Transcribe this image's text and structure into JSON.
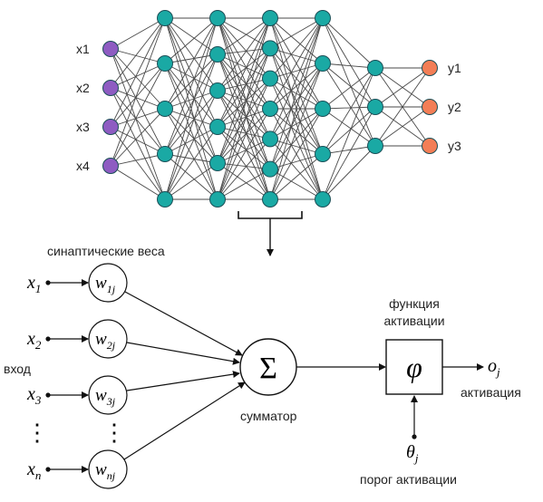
{
  "network": {
    "layers": [
      4,
      5,
      6,
      7,
      5,
      3,
      3
    ],
    "input_labels": [
      "x1",
      "x2",
      "x3",
      "x4"
    ],
    "output_labels": [
      "y1",
      "y2",
      "y3"
    ],
    "colors": {
      "input": "#8e5cc2",
      "hidden": "#1aa9a4",
      "output": "#f37e56",
      "edge": "#4a4a4a",
      "node_stroke": "#1b4f57"
    }
  },
  "neuron": {
    "inputs": [
      {
        "var": "x",
        "sub": "1",
        "wsub": "1j"
      },
      {
        "var": "x",
        "sub": "2",
        "wsub": "2j"
      },
      {
        "var": "x",
        "sub": "3",
        "wsub": "3j"
      },
      {
        "var": "x",
        "sub": "n",
        "wsub": "nj"
      }
    ],
    "weight_var": "w",
    "dots": "⋮",
    "sum_symbol": "Σ",
    "phi_symbol": "φ",
    "output": {
      "var": "o",
      "sub": "j"
    },
    "threshold": {
      "var": "θ",
      "sub": "j"
    },
    "labels": {
      "weights": "синаптические веса",
      "input": "вход",
      "summator": "сумматор",
      "activation_function_line1": "функция",
      "activation_function_line2": "активации",
      "activation": "активация",
      "threshold": "порог активации"
    }
  }
}
